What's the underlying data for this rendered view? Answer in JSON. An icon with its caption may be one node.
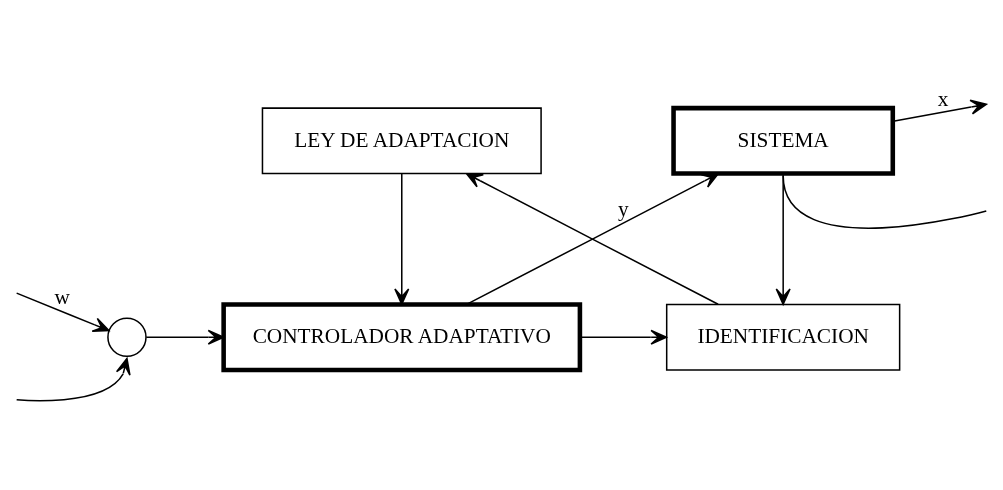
{
  "diagram": {
    "nodes": [
      {
        "text": [
          "LEY DE ADAPTACION"
        ]
      },
      {
        "text": [
          "IDENTIFICACION"
        ]
      },
      {
        "text": [],
        "shape": "circle"
      },
      {
        "text": [
          "CONTROLADOR ADAPTATIVO"
        ]
      },
      {
        "text": [
          "SISTEMA"
        ]
      }
    ],
    "edges": [
      {
        "from": null,
        "to": 2,
        "arrow": "to"
      },
      {
        "from": null,
        "to": 2,
        "arrow": "to",
        "label": "w"
      },
      {
        "from": 2,
        "to": 3,
        "arrow": "to"
      },
      {
        "from": 3,
        "to": 4,
        "arrow": "to",
        "label": "y"
      },
      {
        "from": 3,
        "to": 1,
        "arrow": "to"
      },
      {
        "from": 4,
        "to": 1,
        "arrow": "to"
      },
      {
        "from": 4,
        "to": null,
        "arrow": "none"
      },
      {
        "from": 4,
        "to": null,
        "arrow": "to",
        "label": "x"
      },
      {
        "from": 1,
        "to": 0,
        "arrow": "to"
      },
      {
        "from": 0,
        "to": 3,
        "arrow": "to"
      }
    ]
  }
}
